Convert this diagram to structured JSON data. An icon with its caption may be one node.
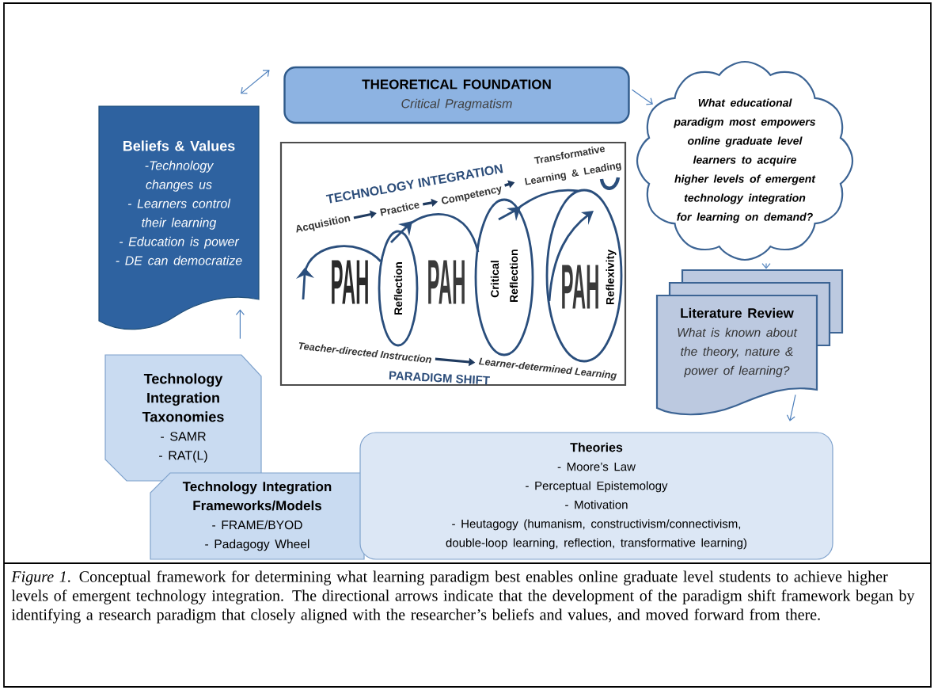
{
  "diagram": {
    "caption": "*Figure 1*. Conceptual framework for determining what learning paradigm best enables online graduate level students to achieve higher levels of emergent technology integration. The directional arrows indicate that the development of the paradigm shift framework began by identifying a research paradigm that closely aligned with the researcher’s beliefs and values, and moved forward from there.",
    "nodes": [
      {
        "text": [
          "THEORETICAL FOUNDATION",
          "Critical Pragmatism"
        ]
      },
      {
        "text": [
          "Beliefs & Values",
          "-Technology changes us",
          "- Learners control their learning",
          "- Education is power",
          "- DE can democratize"
        ]
      },
      {
        "text": [
          "What educational paradigm most empowers online graduate level learners to acquire higher levels of emergent technology integration for learning on demand?"
        ]
      },
      {
        "text": [],
        "shape": "box"
      },
      {
        "text": [
          "Acquisition"
        ],
        "in": 3
      },
      {
        "text": [
          "Practice"
        ],
        "in": 3
      },
      {
        "text": [
          "Competency"
        ],
        "in": 3
      },
      {
        "text": [
          "Transformative Learning & Leading"
        ],
        "in": 3
      },
      {
        "text": [
          "Teacher-directed Instruction"
        ],
        "in": 3
      },
      {
        "text": [
          "Learner-determined Learning"
        ],
        "in": 3
      },
      {
        "text": [
          "Literature Review",
          "What is known about the theory, nature & power of learning?"
        ]
      },
      {
        "text": [
          "Technology Integration Taxonomies",
          "- SAMR",
          "- RAT(L)"
        ]
      },
      {
        "text": [
          "Technology Integration Frameworks/Models",
          "- FRAME/BYOD",
          "- Padagogy Wheel"
        ]
      },
      {
        "text": [
          "Theories",
          "- Moore’s Law",
          "- Perceptual Epistemology",
          "- Motivation",
          "- Heutagogy (humanism, constructivism/connectivism, double-loop learning, reflection, transformative learning)"
        ]
      }
    ],
    "edges": [
      {
        "from": 1,
        "to": 0,
        "arrow": "both"
      },
      {
        "from": 0,
        "to": 2,
        "arrow": "to"
      },
      {
        "from": 2,
        "to": 10,
        "arrow": "to"
      },
      {
        "from": 10,
        "to": 13,
        "arrow": "to"
      },
      {
        "from": 11,
        "to": 1,
        "arrow": "to"
      },
      {
        "from": 4,
        "to": 5,
        "arrow": "to",
        "style": "thick",
        "color": "#1f3a5f"
      },
      {
        "from": 5,
        "to": 6,
        "arrow": "to",
        "style": "thick",
        "color": "#1f3a5f"
      },
      {
        "from": 6,
        "to": 7,
        "arrow": "to",
        "style": "thick",
        "color": "#1f3a5f"
      },
      {
        "from": 8,
        "to": 9,
        "arrow": "to",
        "style": "thick",
        "color": "#1f3a5f"
      }
    ],
    "labels": [
      "TECHNOLOGY INTEGRATION",
      "PAH",
      "Reflection",
      "PAH",
      "Critical Reflection",
      "PAH",
      "Reflexivity",
      "PARADIGM SHIFT"
    ]
  }
}
